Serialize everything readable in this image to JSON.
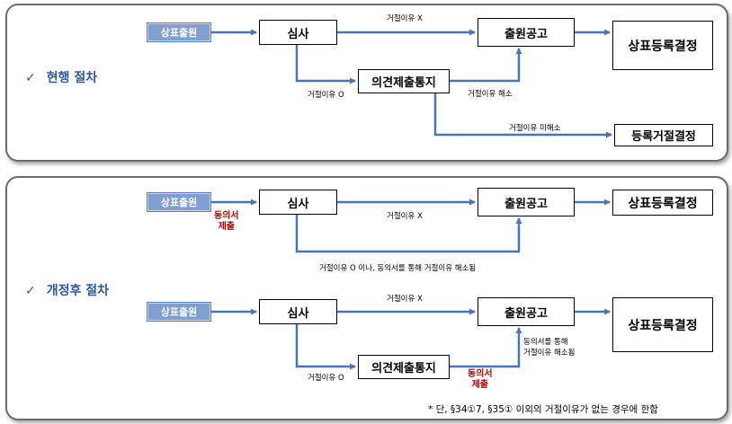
{
  "sections": {
    "current": "현행 절차",
    "revised": "개정후 절차"
  },
  "check_mark": "✓",
  "nodes": {
    "application": "상표출원",
    "examination": "심사",
    "notice": "의견제출통지",
    "publication": "출원공고",
    "registration": "상표등록결정",
    "rejection": "등록거절결정"
  },
  "labels": {
    "no_reason": "거절이유 X",
    "has_reason": "거절이유 O",
    "resolved": "거절이유 해소",
    "unresolved": "거절이유 미해소",
    "consent_resolved": "거절이유 O 이나, 동의서를 통해 거절이유 해소됨",
    "consent_line1": "동의서를 통해",
    "consent_line2": "거절이유 해소됨"
  },
  "consent_submit": {
    "line1": "동의서",
    "line2": "제출"
  },
  "footnote": "* 단, §34①7, §35① 이외의 거절이유가 없는 경우에 한함",
  "colors": {
    "arrow": "#4a74b5",
    "accent": "#7f9fd0",
    "red": "#c00000",
    "heading": "#2a5aa0"
  }
}
